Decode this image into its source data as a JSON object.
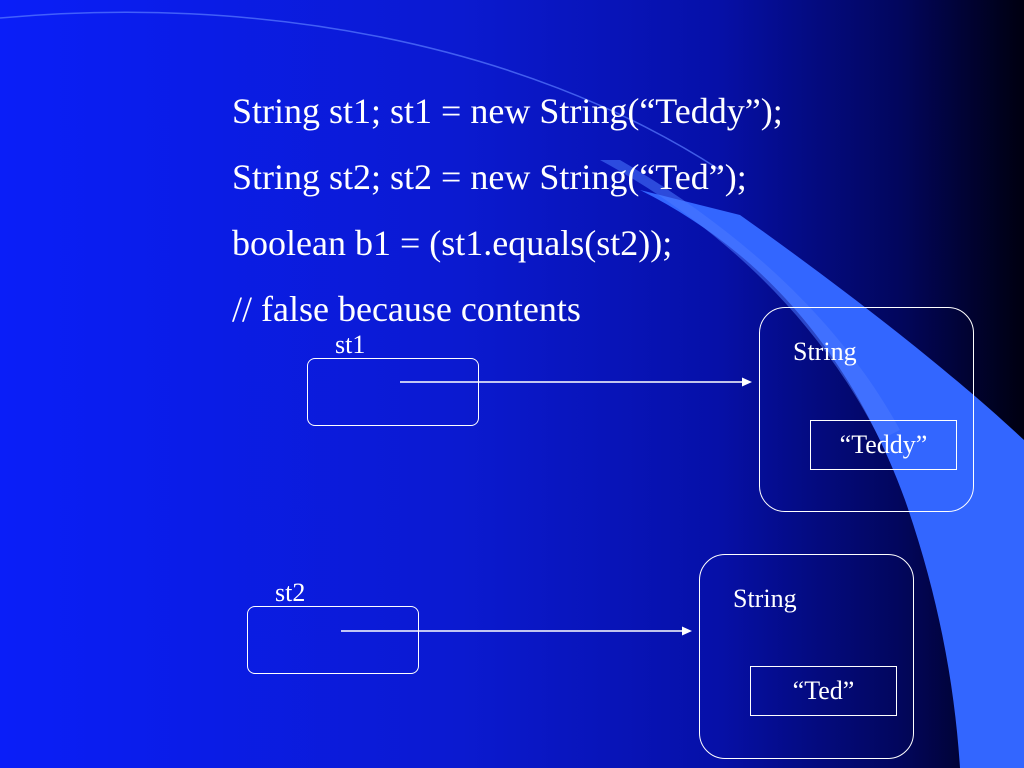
{
  "code_lines": [
    "String st1; st1 = new String(“Teddy”);",
    "String st2; st2 = new String(“Ted”);",
    "boolean b1 = (st1.equals(st2));",
    "// false because contents"
  ],
  "diagram": {
    "var1": {
      "label": "st1"
    },
    "var2": {
      "label": "st2"
    },
    "obj1": {
      "type_label": "String",
      "value": "“Teddy”"
    },
    "obj2": {
      "type_label": "String",
      "value": "“Ted”"
    }
  },
  "colors": {
    "background_start": "#0a1ef8",
    "background_end": "#000010",
    "swoosh": "#3366ff",
    "text": "#ffffff"
  }
}
